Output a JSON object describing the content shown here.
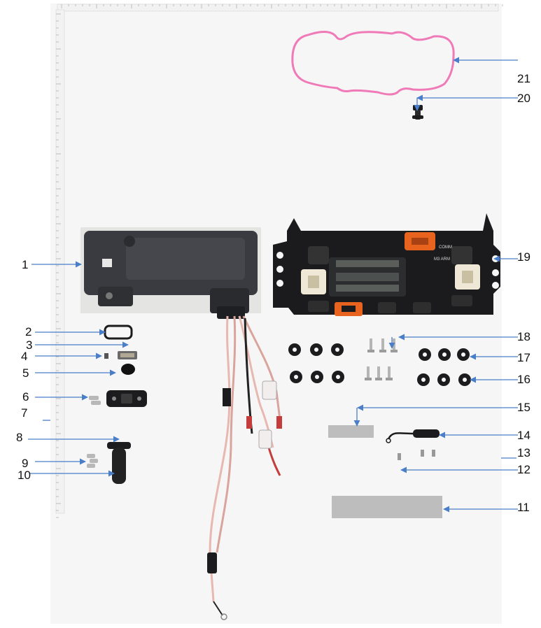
{
  "callouts": [
    {
      "id": "1",
      "text": "1"
    },
    {
      "id": "2",
      "text": "2"
    },
    {
      "id": "3",
      "text": "3"
    },
    {
      "id": "4",
      "text": "4"
    },
    {
      "id": "5",
      "text": "5"
    },
    {
      "id": "6",
      "text": "6"
    },
    {
      "id": "7",
      "text": "7"
    },
    {
      "id": "8",
      "text": "8"
    },
    {
      "id": "9",
      "text": "9"
    },
    {
      "id": "10",
      "text": "10"
    },
    {
      "id": "11",
      "text": "11"
    },
    {
      "id": "12",
      "text": "12"
    },
    {
      "id": "13",
      "text": "13"
    },
    {
      "id": "14",
      "text": "14"
    },
    {
      "id": "15",
      "text": "15"
    },
    {
      "id": "16",
      "text": "16"
    },
    {
      "id": "17",
      "text": "17"
    },
    {
      "id": "18",
      "text": "18"
    },
    {
      "id": "19",
      "text": "19"
    },
    {
      "id": "20",
      "text": "20"
    },
    {
      "id": "21",
      "text": "21"
    }
  ],
  "board_labels": {
    "comm": "COMM",
    "arm": "M3  ARM"
  },
  "colors": {
    "arrow": "#4a7ec8",
    "gasket": "#f07ab8",
    "dark_part": "#1c1c1e",
    "housing": "#3a3b40",
    "orange_connector": "#e8641e",
    "wire_pink": "#e8b8b0",
    "grey_pad": "#bdbdbd"
  }
}
